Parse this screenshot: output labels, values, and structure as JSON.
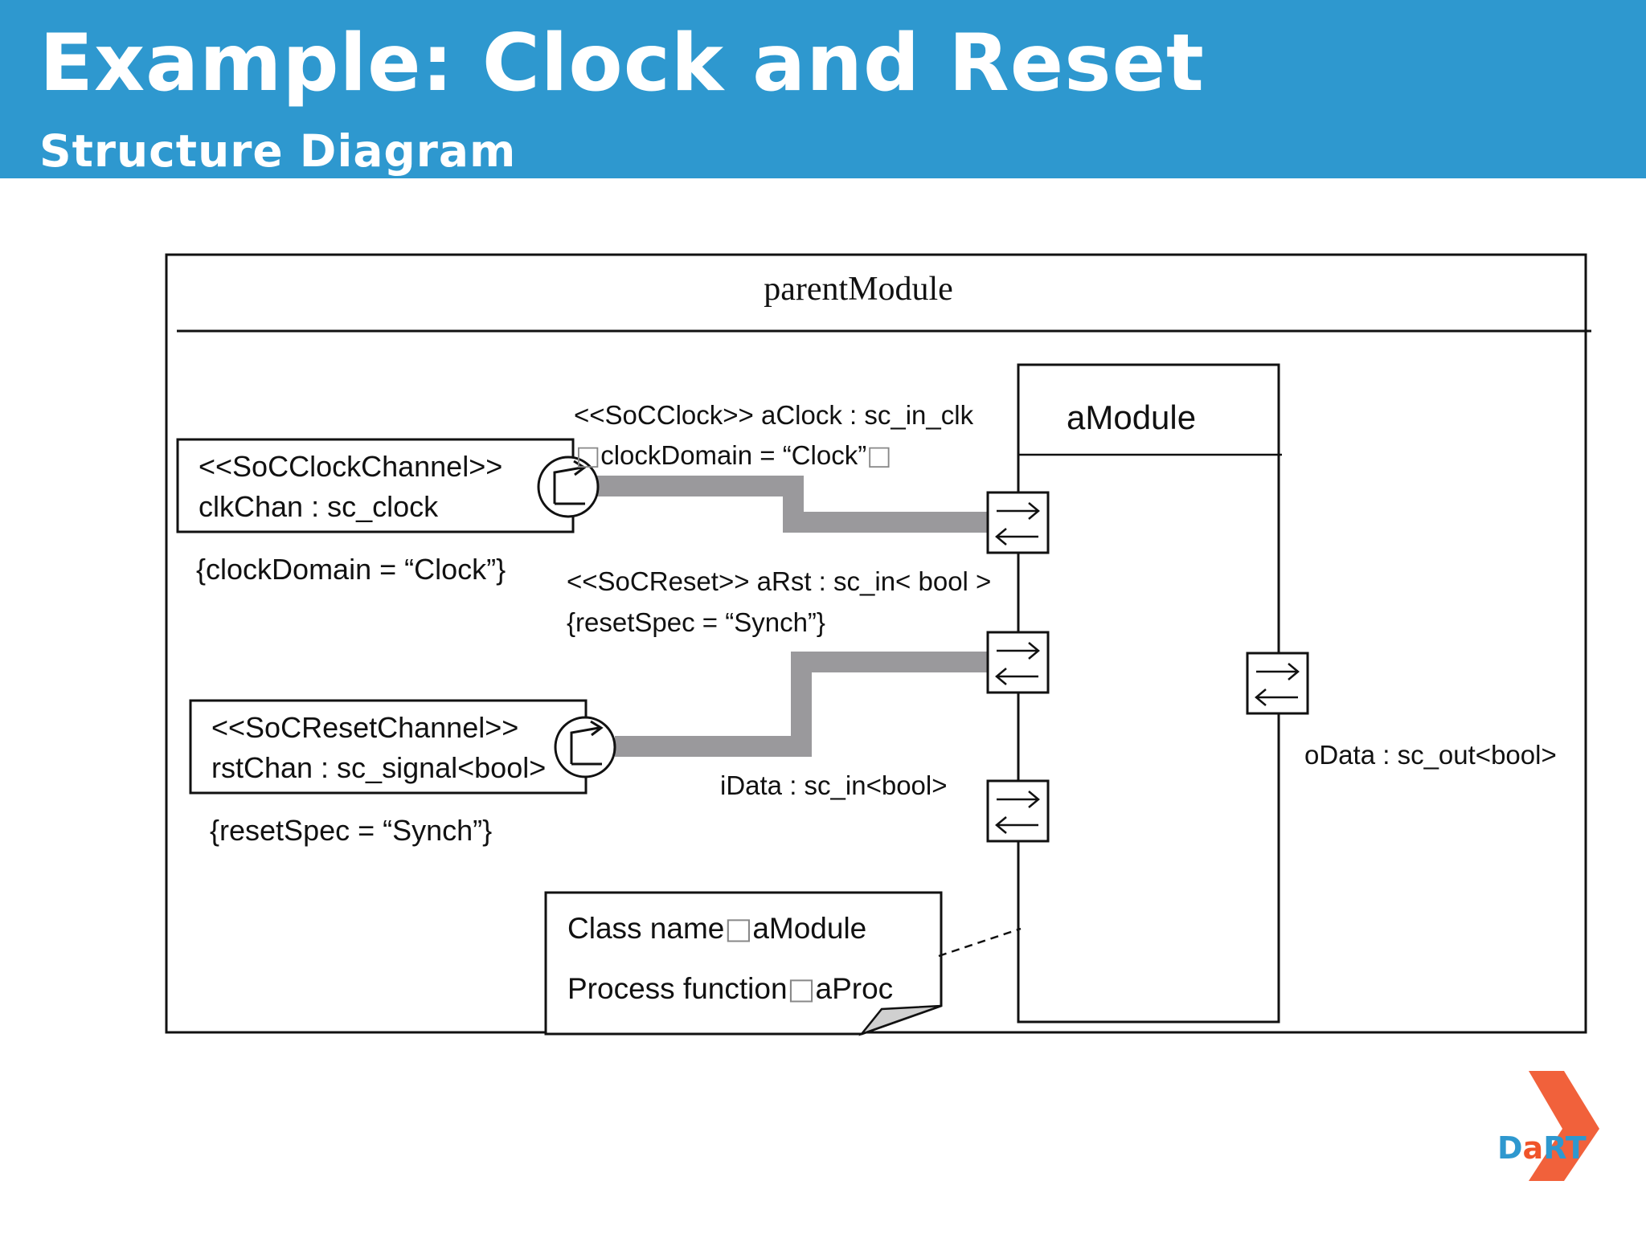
{
  "header": {
    "title": "Example: Clock and Reset",
    "subtitle": "Structure Diagram"
  },
  "diagram": {
    "frame_title": "parentModule",
    "module_title": "aModule",
    "clock_channel": {
      "stereotype": "<<SoCClockChannel>>",
      "name": "clkChan : sc_clock",
      "constraint": "{clockDomain = “Clock”}"
    },
    "reset_channel": {
      "stereotype": "<<SoCResetChannel>>",
      "name": "rstChan : sc_signal<bool>",
      "constraint": "{resetSpec = “Synch”}"
    },
    "clock_port": {
      "label": "<<SoCClock>> aClock : sc_in_clk",
      "constraint": "clockDomain = “Clock”",
      "glyph": "□"
    },
    "reset_port": {
      "label": "<<SoCReset>> aRst : sc_in< bool >",
      "constraint": "{resetSpec = “Synch”}"
    },
    "input_port": {
      "label": "iData : sc_in<bool>"
    },
    "output_port": {
      "label": "oData : sc_out<bool>"
    },
    "note": {
      "line1_key": "Class name",
      "line1_value": "aModule",
      "line2_key": "Process function",
      "line2_value": "aProc",
      "glyph": "□"
    }
  },
  "logo": {
    "text_prefix": "D",
    "text_accent": "a",
    "text_suffix": "RT",
    "arrow_color": "#f0542a",
    "text_color": "#2e98cf"
  },
  "colors": {
    "header_bg": "#2e98cf",
    "connector": "#9a999c"
  }
}
